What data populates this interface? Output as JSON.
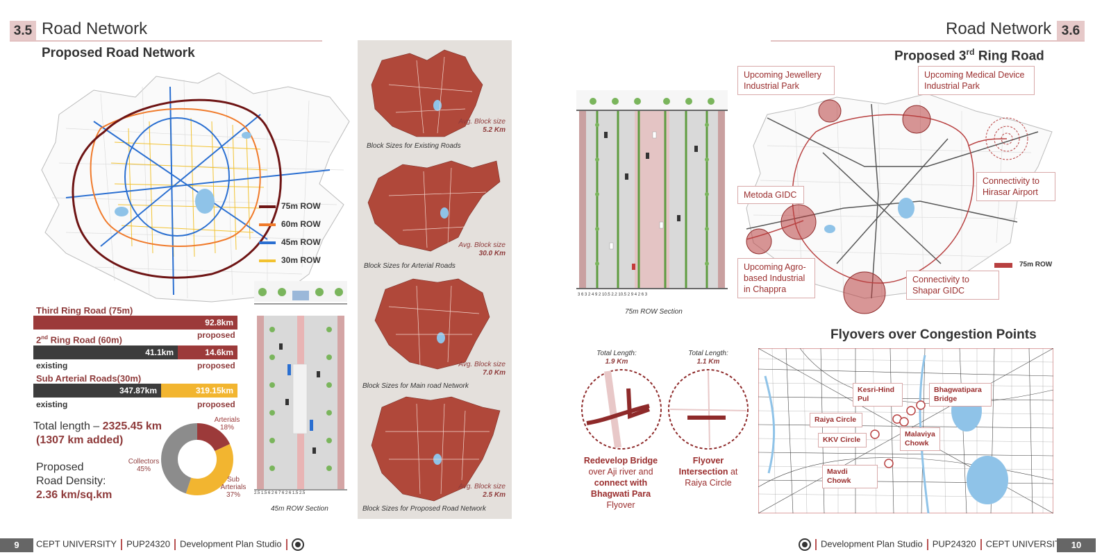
{
  "left_page": {
    "section_number": "3.5",
    "title": "Road Network",
    "subtitle": "Proposed Road Network",
    "legend": [
      {
        "label": "75m ROW",
        "color": "#6e1414"
      },
      {
        "label": "60m ROW",
        "color": "#f07a2a"
      },
      {
        "label": "45m ROW",
        "color": "#2a6fd1"
      },
      {
        "label": "30m ROW",
        "color": "#f2c230"
      }
    ],
    "bars": {
      "third_ring_label": "Third Ring Road (75m)",
      "third_ring_value": "92.8km",
      "third_ring_note": "proposed",
      "second_ring_label_pre": "2",
      "second_ring_label_sup": "nd",
      "second_ring_label_post": " Ring Road (60m)",
      "second_ring_existing": "41.1km",
      "second_ring_proposed": "14.6km",
      "second_ring_note_left": "existing",
      "second_ring_note_right": "proposed",
      "sub_arterial_label": "Sub Arterial Roads(30m)",
      "sub_arterial_existing": "347.87km",
      "sub_arterial_proposed": "319.15km",
      "sub_arterial_note_left": "existing",
      "sub_arterial_note_right": "proposed"
    },
    "total_length_prefix": "Total length – ",
    "total_length_value": "2325.45 km",
    "total_length_added": "(1307 km added)",
    "density_line1": "Proposed",
    "density_line2": "Road Density:",
    "density_value": "2.36 km/sq.km",
    "donut": [
      {
        "label": "Arterials",
        "pct": "18%",
        "value": 18,
        "color": "#9c3a3a"
      },
      {
        "label": "Sub Arterials",
        "pct": "37%",
        "value": 37,
        "color": "#f2b530"
      },
      {
        "label": "Collectors",
        "pct": "45%",
        "value": 45,
        "color": "#8c8c8c"
      }
    ],
    "donut_labels": {
      "arterials": "Arterials",
      "arterials_pct": "18%",
      "collectors": "Collectors",
      "collectors_pct": "45%",
      "sub": "Sub",
      "arterials2": "Arterials",
      "sub_pct": "37%"
    },
    "section_45_caption": "45m ROW Section",
    "section_45_dims": "2.5 1.5 6   2   6      7      6   2   6 1.5 2.5",
    "block_sizes": [
      {
        "caption": "Block Sizes for Existing Roads",
        "avg_label": "Avg. Block size",
        "avg_value": "5.2 Km"
      },
      {
        "caption": "Block Sizes for Arterial Roads",
        "avg_label": "Avg. Block size",
        "avg_value": "30.0 Km"
      },
      {
        "caption": "Block Sizes for Main road Network",
        "avg_label": "Avg. Block size",
        "avg_value": "7.0 Km"
      },
      {
        "caption": "Block Sizes for Proposed Road Network",
        "avg_label": "Avg. Block size",
        "avg_value": "2.5 Km"
      }
    ],
    "footer": {
      "page_number": "9",
      "university": "CEPT UNIVERSITY",
      "course": "PUP24320",
      "studio": "Development Plan Studio"
    }
  },
  "right_page": {
    "section_number": "3.6",
    "title": "Road Network",
    "subtitle_pre": "Proposed 3",
    "subtitle_sup": "rd",
    "subtitle_post": " Ring Road",
    "section_75_caption": "75m ROW Section",
    "section_75_dims": "3  6  3 2 4    9    2   10.5  2.2  10.5   2   9    4 2  6  3",
    "callouts": {
      "jewellery": "Upcoming Jewellery Industrial Park",
      "medical": "Upcoming Medical Device Industrial Park",
      "airport": "Connectivity to Hirasar Airport",
      "metoda": "Metoda GIDC",
      "agro": "Upcoming Agro-based Industrial in Chappra",
      "shapar": "Connectivity to Shapar GIDC"
    },
    "legend_75": "75m ROW",
    "flyover_heading": "Flyovers over Congestion Points",
    "flyover_left_total": "Total Length:",
    "flyover_left_value": "1.9 Km",
    "flyover_right_total": "Total Length:",
    "flyover_right_value": "1.1 Km",
    "flyover_left_caption": {
      "l1": "Redevelop Bridge",
      "l2": "over Aji river and",
      "l3": "connect with",
      "l4": "Bhagwati Para",
      "l5": "Flyover"
    },
    "flyover_right_caption": {
      "l1": "Flyover",
      "l2": "Intersection",
      "l2b": " at",
      "l3": "Raiya  Circle"
    },
    "congestion_points": {
      "kesri": "Kesri-Hind Pul",
      "bhagwati": "Bhagwatipara Bridge",
      "raiya": "Raiya Circle",
      "kkv": "KKV Circle",
      "malaviya": "Malaviya Chowk",
      "mavdi": "Mavdi Chowk"
    },
    "footer": {
      "page_number": "10",
      "university": "CEPT UNIVERSITY",
      "course": "PUP24320",
      "studio": "Development Plan Studio"
    }
  }
}
